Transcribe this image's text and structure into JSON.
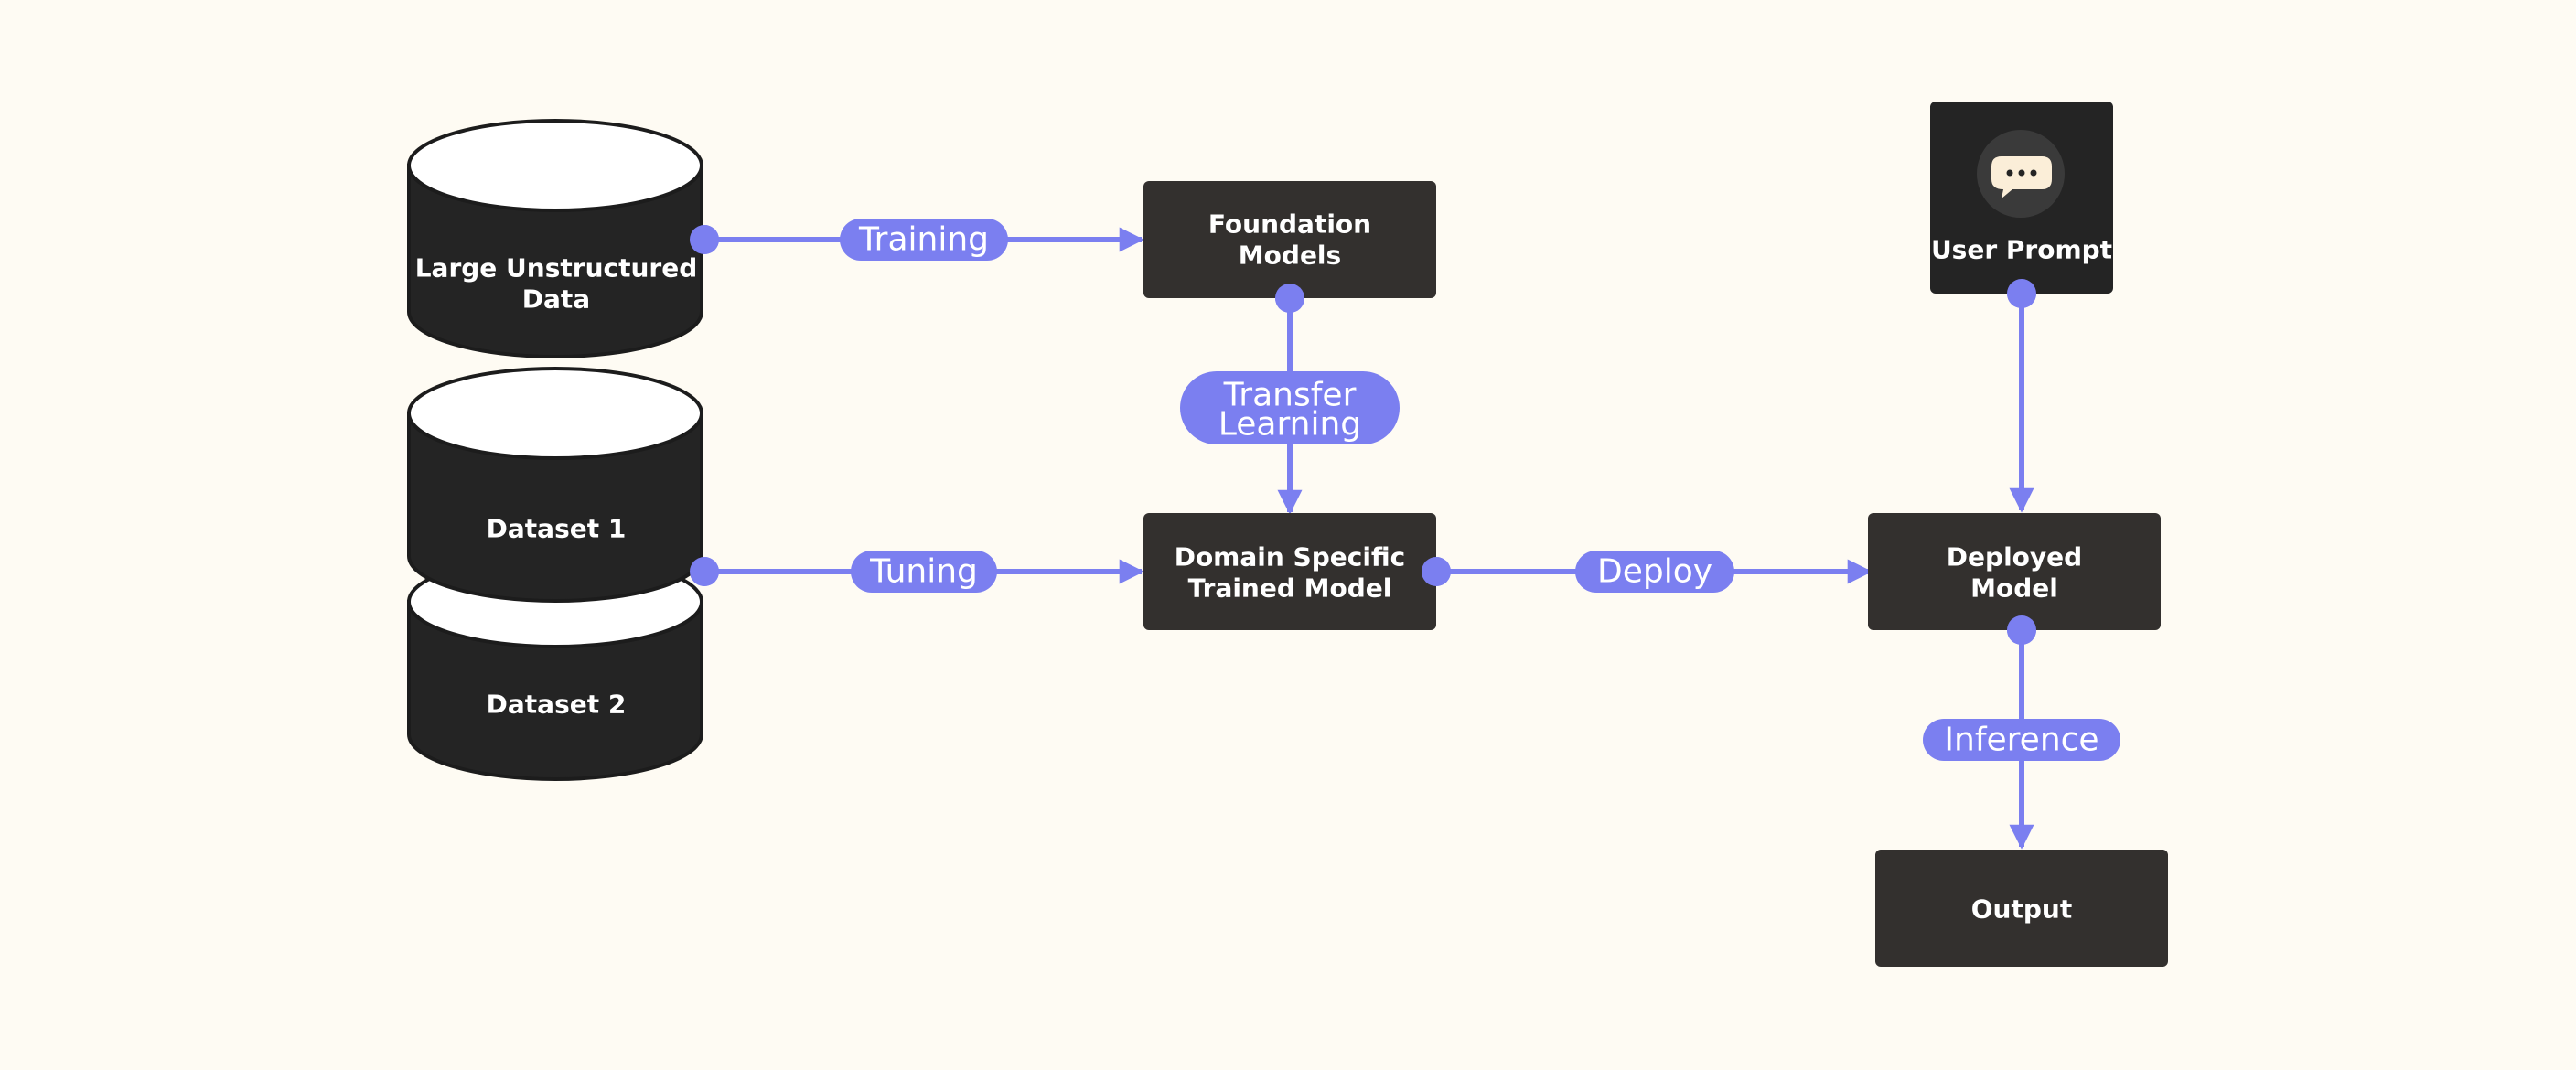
{
  "colors": {
    "background": "#fefbf3",
    "box": "#33302e",
    "box_dark": "#242424",
    "connector": "#7b7ff0",
    "text": "#ffffff",
    "chat_bubble": "#fbeed8"
  },
  "nodes": {
    "large_data": {
      "line1": "Large Unstructured",
      "line2": "Data"
    },
    "dataset1": {
      "label": "Dataset 1"
    },
    "dataset2": {
      "label": "Dataset 2"
    },
    "foundation": {
      "line1": "Foundation",
      "line2": "Models"
    },
    "domain": {
      "line1": "Domain Specific",
      "line2": "Trained Model"
    },
    "user_prompt": {
      "label": "User Prompt",
      "icon": "chat-bubble-icon"
    },
    "deployed": {
      "line1": "Deployed",
      "line2": "Model"
    },
    "output": {
      "label": "Output"
    }
  },
  "edges": {
    "training": {
      "label": "Training"
    },
    "tuning": {
      "label": "Tuning"
    },
    "transfer": {
      "line1": "Transfer",
      "line2": "Learning"
    },
    "deploy": {
      "label": "Deploy"
    },
    "inference": {
      "label": "Inference"
    }
  }
}
